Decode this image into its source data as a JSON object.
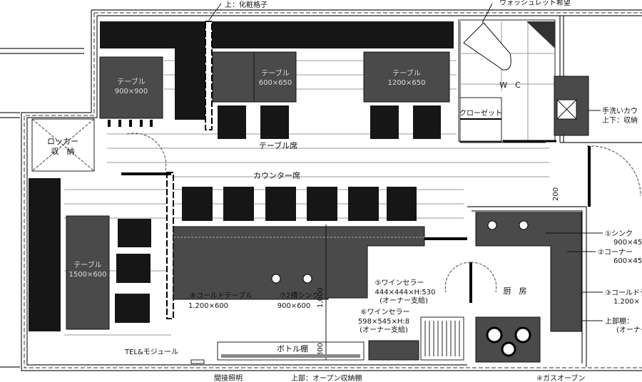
{
  "title_notes": {
    "lattice_note": "上：化粧格子",
    "washlet_note": "ウォッシュレット希望"
  },
  "tables": [
    {
      "name": "テーブル",
      "size": "900×900"
    },
    {
      "name": "テーブル",
      "size": "600×650"
    },
    {
      "name": "テーブル",
      "size": "1200×650"
    },
    {
      "name": "テーブル",
      "size": "1500×600"
    }
  ],
  "rooms": {
    "locker_line1": "ロッカー",
    "locker_line2": "収　納",
    "table_seats": "テーブル席",
    "counter_seats": "カウンター席",
    "wc": "W　C",
    "closet": "クローゼット",
    "kitchen": "厨　房"
  },
  "callouts": {
    "handwash_line1": "手洗いカウ",
    "handwash_line2": "上下：収納",
    "sink1": "①シンク",
    "sink1_size": "900×45",
    "corner2": "②コーナー",
    "corner2_size": "600×45",
    "cold3": "③コールドテ",
    "cold3_size": "1.200×",
    "upper_shelf": "上部棚：",
    "upper_shelf_note": "(オーナー",
    "gas4": "④ガスオーブン",
    "wine5": "⑤ワインセラー",
    "wine5_size": "444×444×H:530",
    "wine5_note": "(オーナー支給)",
    "wine6": "⑥ワインセラー",
    "wine6_size": "598×545×H:8",
    "wine6_note": "(オーナー支給)",
    "sink7": "⑦2槽シンク",
    "sink7_size": "900×600",
    "cold8": "⑧コールドテーブル",
    "cold8_size": "1.200×600",
    "bottle_shelf": "ボトル棚",
    "tel": "TEL&モジュール",
    "indirect_light": "間接照明",
    "open_shelf": "上部：オープン収納棚"
  },
  "dimensions": {
    "d200": "200",
    "d1000": "1,000",
    "d300": "300"
  }
}
